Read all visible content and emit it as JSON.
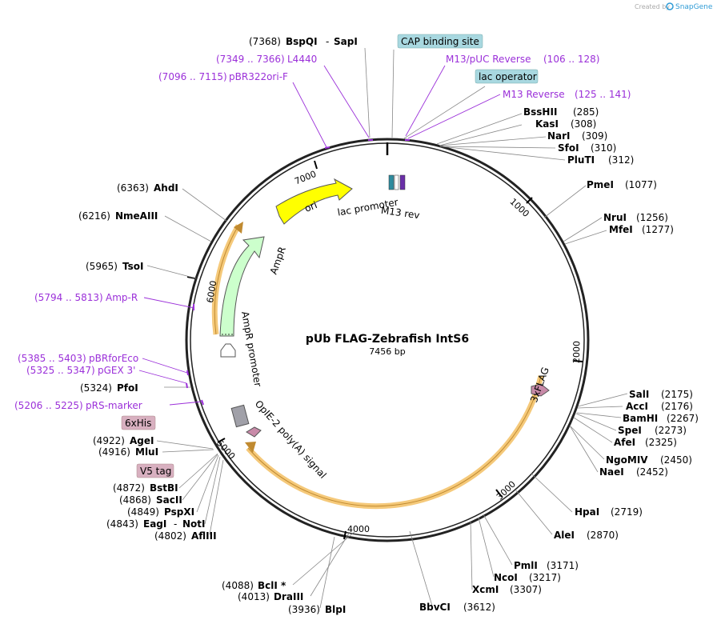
{
  "header": {
    "created_by": "Created by",
    "brand": "SnapGene"
  },
  "plasmid": {
    "name": "pUb FLAG-Zebrafish IntS6",
    "length": "7456 bp"
  },
  "ticks": [
    "1000",
    "2000",
    "3000",
    "4000",
    "5000",
    "6000",
    "7000"
  ],
  "features": {
    "ori": "ori",
    "ampr": "AmpR",
    "ampr_promoter": "AmpR promoter",
    "lac_promoter": "lac promoter",
    "m13_rev": "M13 rev",
    "flag": "3xFLAG",
    "opie2": "OpIE-2 poly(A) signal"
  },
  "boxes": {
    "cap": "CAP binding site",
    "lac_operator": "lac operator",
    "his": "6xHis",
    "v5": "V5 tag"
  },
  "primers": {
    "l4440_pos": "(7349 .. 7366)",
    "l4440": "L4440",
    "pbr322_pos": "(7096 .. 7115)",
    "pbr322": "pBR322ori-F",
    "m13puc": "M13/pUC Reverse",
    "m13puc_pos": "(106 .. 128)",
    "m13rev": "M13 Reverse",
    "m13rev_pos": "(125 .. 141)",
    "ampr_pos": "(5794 .. 5813)",
    "ampr": "Amp-R",
    "pbrfor_pos": "(5385 .. 5403)",
    "pbrfor": "pBRforEco",
    "pgex_pos": "(5325 .. 5347)",
    "pgex": "pGEX 3'",
    "prs_pos": "(5206 .. 5225)",
    "prs": "pRS-marker"
  },
  "enzymes": {
    "bspqi_pos": "(7368)",
    "bspqi": "BspQI",
    "sapi": "SapI",
    "bsshii": "BssHII",
    "bsshii_pos": "(285)",
    "kasi": "KasI",
    "kasi_pos": "(308)",
    "nari": "NarI",
    "nari_pos": "(309)",
    "sfoi": "SfoI",
    "sfoi_pos": "(310)",
    "pluti": "PluTI",
    "pluti_pos": "(312)",
    "pmei": "PmeI",
    "pmei_pos": "(1077)",
    "nrui": "NruI",
    "nrui_pos": "(1256)",
    "mfei": "MfeI",
    "mfei_pos": "(1277)",
    "sali": "SalI",
    "sali_pos": "(2175)",
    "acci": "AccI",
    "acci_pos": "(2176)",
    "bamhi": "BamHI",
    "bamhi_pos": "(2267)",
    "spei": "SpeI",
    "spei_pos": "(2273)",
    "afei": "AfeI",
    "afei_pos": "(2325)",
    "ngomiv": "NgoMIV",
    "ngomiv_pos": "(2450)",
    "naei": "NaeI",
    "naei_pos": "(2452)",
    "hpai": "HpaI",
    "hpai_pos": "(2719)",
    "alei": "AleI",
    "alei_pos": "(2870)",
    "pmli": "PmlI",
    "pmli_pos": "(3171)",
    "ncoi": "NcoI",
    "ncoi_pos": "(3217)",
    "xcmi": "XcmI",
    "xcmi_pos": "(3307)",
    "bbvci": "BbvCI",
    "bbvci_pos": "(3612)",
    "blpi_pos": "(3936)",
    "blpi": "BlpI",
    "draiii_pos": "(4013)",
    "draiii": "DraIII",
    "bcli_pos": "(4088)",
    "bcli": "BclI *",
    "afliii_pos": "(4802)",
    "afliii": "AflIII",
    "eagi_pos": "(4843)",
    "eagi": "EagI",
    "noti": "NotI",
    "pspxi_pos": "(4849)",
    "pspxi": "PspXI",
    "sacii_pos": "(4868)",
    "sacii": "SacII",
    "bstbi_pos": "(4872)",
    "bstbi": "BstBI",
    "mlui_pos": "(4916)",
    "mlui": "MluI",
    "agei_pos": "(4922)",
    "agei": "AgeI",
    "tsoi_pos": "(5965)",
    "tsoi": "TsoI",
    "nmeaiii_pos": "(6216)",
    "nmeaiii": "NmeAIII",
    "ahdi_pos": "(6363)",
    "ahdi": "AhdI",
    "pfoi_pos": "(5324)",
    "pfoi": "PfoI"
  },
  "colors": {
    "backbone": "#222222",
    "primer": "#9b30d9",
    "ori": "#ffff00",
    "ampr": "#ccffcc",
    "orf_highlight": "#f5c97a",
    "box_blue": "#a8d8e0",
    "box_pink": "#d8b0c0",
    "flag": "#c88aa8",
    "logo": "#2e9bd6"
  }
}
